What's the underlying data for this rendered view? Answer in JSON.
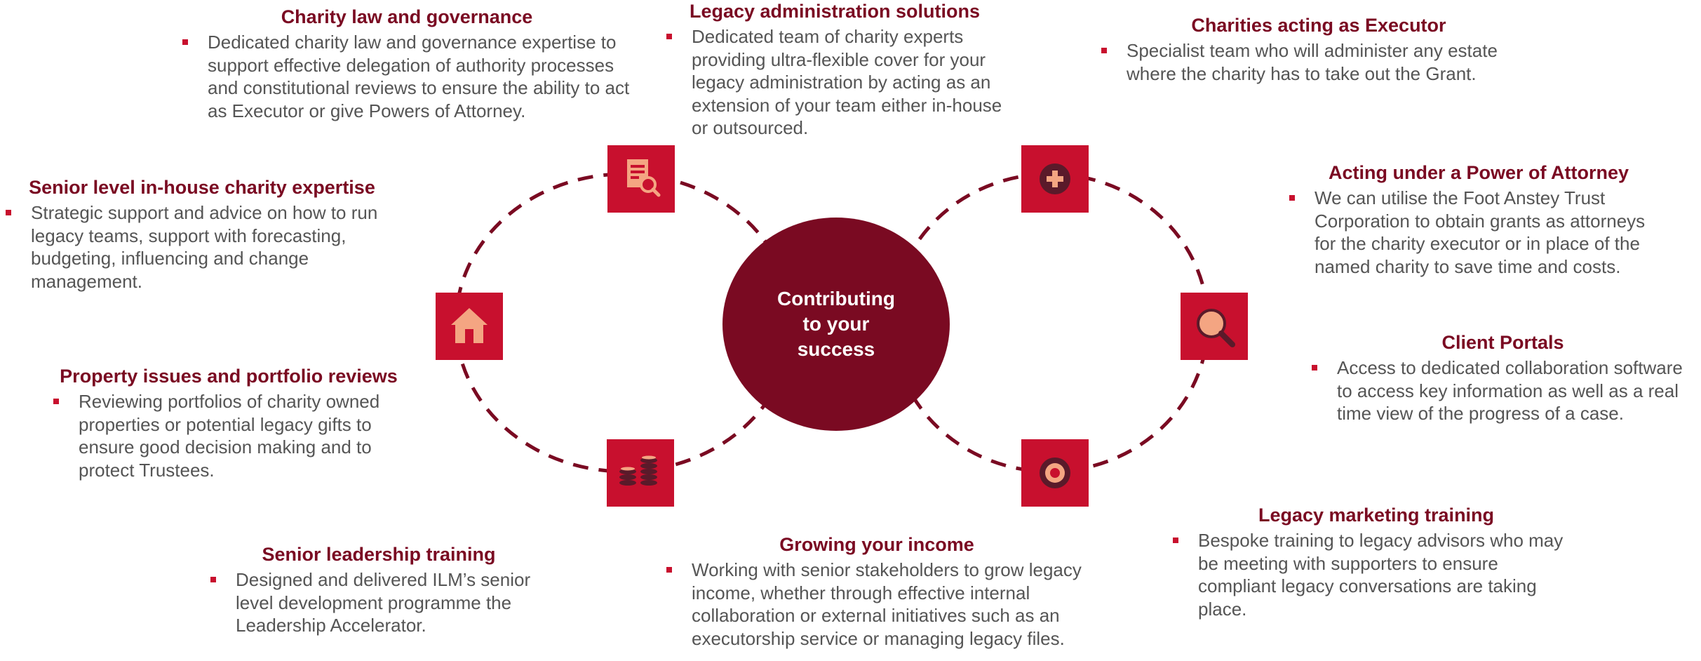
{
  "center": {
    "label": "Contributing to your success"
  },
  "colors": {
    "accent": "#c8102e",
    "dark": "#7a0a22",
    "text": "#555555",
    "icon": "#f4a582"
  },
  "blocks": [
    {
      "title": "Charity law and governance",
      "text": "Dedicated charity law and governance expertise to support effective delegation of authority processes and constitutional reviews to ensure the ability to act as Executor or give Powers of Attorney."
    },
    {
      "title": "Legacy administration solutions",
      "text": "Dedicated team of charity experts providing ultra-flexible cover for your legacy administration by acting as an extension of your team either in-house or outsourced."
    },
    {
      "title": "Charities acting as Executor",
      "text": "Specialist team who will administer any estate where the charity has to take out the Grant."
    },
    {
      "title": "Senior level in-house charity expertise",
      "text": "Strategic support and advice on how to run legacy teams, support with forecasting, budgeting, influencing and change management."
    },
    {
      "title": "Acting under a Power of Attorney",
      "text": "We can utilise the Foot Anstey Trust Corporation to obtain grants as attorneys for the charity executor or in place of the named charity to save time and costs."
    },
    {
      "title": "Client Portals",
      "text": "Access to dedicated collaboration software to access key information as well as a real time view of the progress of a case."
    },
    {
      "title": "Property issues and portfolio reviews",
      "text": "Reviewing portfolios of charity owned properties or potential legacy gifts to ensure good decision making and to protect Trustees."
    },
    {
      "title": "Legacy marketing training",
      "text": "Bespoke training to legacy advisors who may be meeting with supporters to ensure compliant legacy conversations are taking place."
    },
    {
      "title": "Senior leadership training",
      "text": "Designed and delivered ILM’s senior level development programme the Leadership Accelerator."
    },
    {
      "title": "Growing your income",
      "text": "Working with senior stakeholders to grow legacy income, whether through effective internal collaboration or external initiatives such as an executorship service or managing legacy files."
    }
  ],
  "icons": [
    {
      "name": "document-search-icon"
    },
    {
      "name": "plus-icon"
    },
    {
      "name": "house-icon"
    },
    {
      "name": "magnifier-icon"
    },
    {
      "name": "coins-icon"
    },
    {
      "name": "target-icon"
    }
  ]
}
